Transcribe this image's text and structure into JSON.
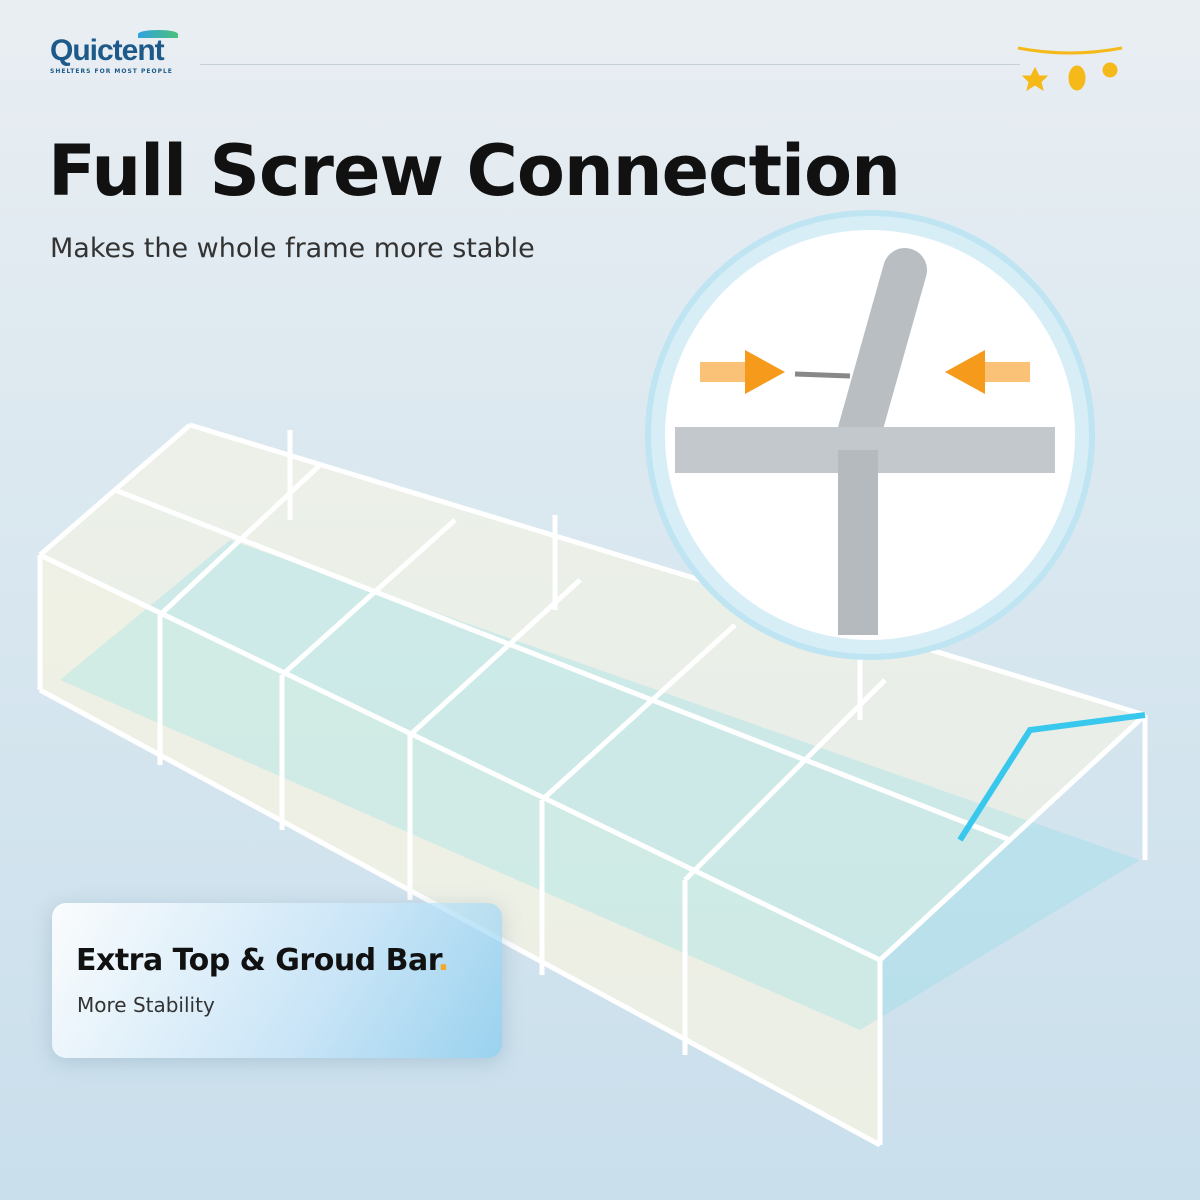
{
  "brand": {
    "name": "Quictent",
    "tagline": "SHELTERS FOR MOST PEOPLE"
  },
  "decor_icon": "string-lights-icon",
  "heading": {
    "title": "Full Screw Connection",
    "subtitle": "Makes the whole frame more stable"
  },
  "callout": {
    "title": "Extra Top & Groud Bar",
    "dot": ".",
    "subtitle": "More Stability"
  },
  "colors": {
    "accent_orange": "#f5a623",
    "highlight_cyan": "#38c8ee",
    "brand_blue": "#1d5a8a"
  }
}
